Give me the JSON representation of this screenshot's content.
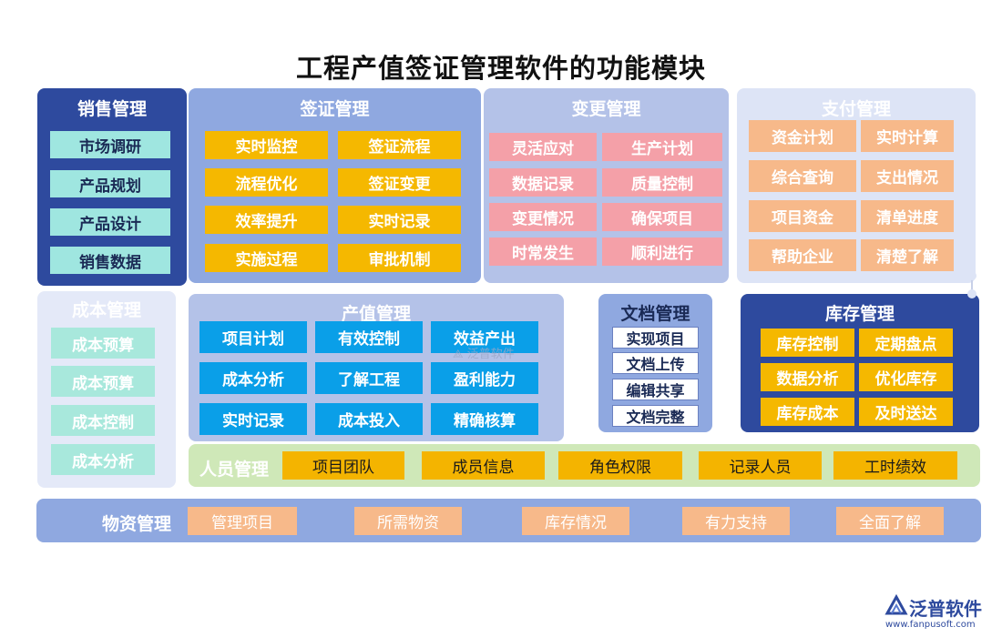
{
  "title": "工程产值签证管理软件的功能模块",
  "sales": {
    "title": "销售管理",
    "items": [
      "市场调研",
      "产品规划",
      "产品设计",
      "销售数据"
    ]
  },
  "visa": {
    "title": "签证管理",
    "items": [
      "实时监控",
      "签证流程",
      "流程优化",
      "签证变更",
      "效率提升",
      "实时记录",
      "实施过程",
      "审批机制"
    ]
  },
  "change": {
    "title": "变更管理",
    "items": [
      "灵活应对",
      "生产计划",
      "数据记录",
      "质量控制",
      "变更情况",
      "确保项目",
      "时常发生",
      "顺利进行"
    ]
  },
  "payment": {
    "title": "支付管理",
    "items": [
      "资金计划",
      "实时计算",
      "综合查询",
      "支出情况",
      "项目资金",
      "清单进度",
      "帮助企业",
      "清楚了解"
    ]
  },
  "cost": {
    "title": "成本管理",
    "items": [
      "成本预算",
      "成本预算",
      "成本控制",
      "成本分析"
    ]
  },
  "output": {
    "title": "产值管理",
    "items": [
      "项目计划",
      "有效控制",
      "效益产出",
      "成本分析",
      "了解工程",
      "盈利能力",
      "实时记录",
      "成本投入",
      "精确核算"
    ]
  },
  "docs": {
    "title": "文档管理",
    "items": [
      "实现项目",
      "文档上传",
      "编辑共享",
      "文档完整"
    ]
  },
  "inventory": {
    "title": "库存管理",
    "items": [
      "库存控制",
      "定期盘点",
      "数据分析",
      "优化库存",
      "库存成本",
      "及时送达"
    ]
  },
  "personnel": {
    "title": "人员管理",
    "items": [
      "项目团队",
      "成员信息",
      "角色权限",
      "记录人员",
      "工时绩效"
    ]
  },
  "materials": {
    "title": "物资管理",
    "items": [
      "管理项目",
      "所需物资",
      "库存情况",
      "有力支持",
      "全面了解"
    ]
  },
  "watermark": "泛普软件",
  "logo": {
    "name": "泛普软件",
    "url": "www.fanpusoft.com"
  },
  "colors": {
    "navy": "#2e4a9e",
    "teal_chip": "#9fe6e0",
    "periwinkle": "#8fa8e0",
    "yellow_chip": "#f5b800",
    "lavender": "#b4c2e8",
    "pink_chip": "#f4a0a8",
    "pale_blue": "#dde4f6",
    "peach_chip": "#f7b98a",
    "pale_blue2": "#e4e9f8",
    "teal_chip2": "#a8e8dc",
    "blue_chip": "#0a9fe8",
    "green_panel": "#cfe8b8",
    "orange_chip": "#f4b400"
  }
}
